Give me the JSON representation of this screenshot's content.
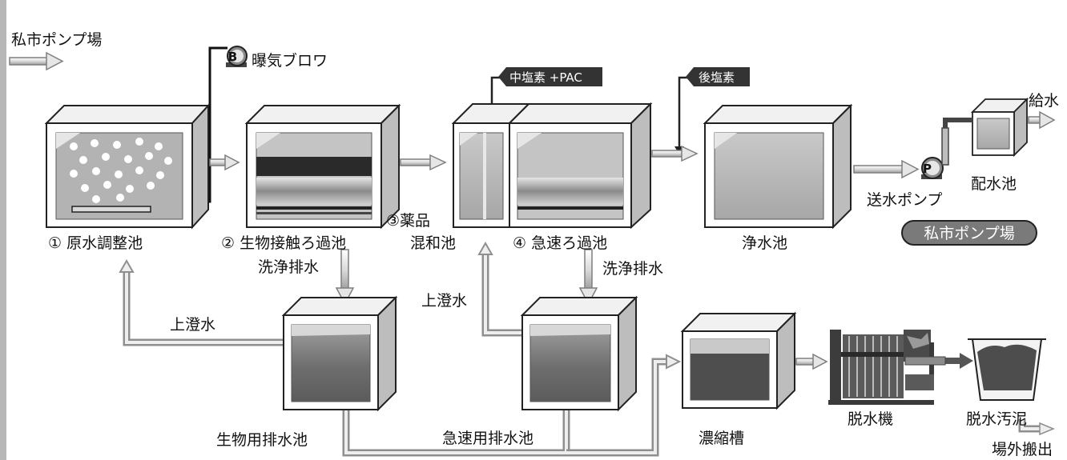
{
  "labels": {
    "source_pump_station": "私市ポンプ場",
    "blower": "曝気ブロワ",
    "blower_symbol": "B",
    "tank1": "① 原水調整池",
    "tank2": "② 生物接触ろ過池",
    "tank3_line1": "③薬品",
    "tank3_line2": "混和池",
    "tank4": "④ 急速ろ過池",
    "clean_tank": "浄水池",
    "mid_chlorine": "中塩素 +PAC",
    "post_chlorine": "後塩素",
    "supply_pump": "送水ポンプ",
    "pump_symbol": "P",
    "distribution_tank": "配水池",
    "water_supply": "給水",
    "dest_pump_station": "私市ポンプ場",
    "wash_drain_1": "洗浄排水",
    "wash_drain_2": "洗浄排水",
    "supernatant_1": "上澄水",
    "supernatant_2": "上澄水",
    "bio_drain_tank": "生物用排水池",
    "rapid_drain_tank": "急速用排水池",
    "thickener": "濃縮槽",
    "dehydrator": "脱水機",
    "dewatered_sludge": "脱水汚泥",
    "offsite": "場外搬出"
  }
}
